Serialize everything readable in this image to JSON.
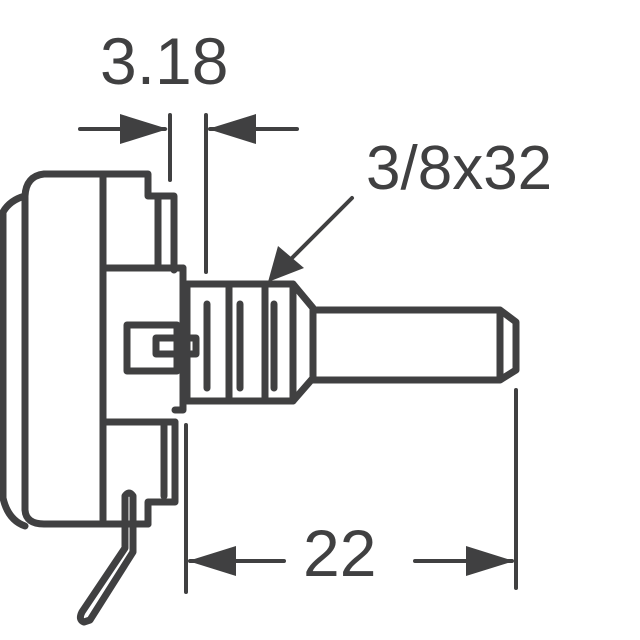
{
  "diagram": {
    "type": "mechanical-dimension-drawing",
    "subject": "panel-mount potentiometer side view",
    "stroke_color": "#404041",
    "background": "#ffffff",
    "dimensions": {
      "flat_offset": {
        "label": "3.18"
      },
      "thread": {
        "label": "3/8x32"
      },
      "shaft_length": {
        "label": "22"
      }
    }
  }
}
